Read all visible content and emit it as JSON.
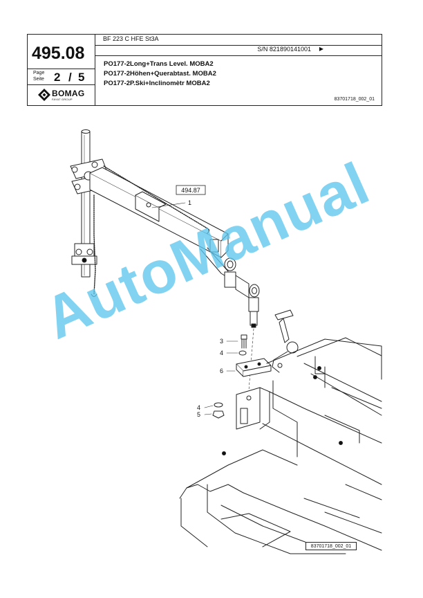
{
  "header": {
    "model": "BF 223 C HFE St3A",
    "serial": "S/N 821890141001",
    "serial_arrow": "▶",
    "group_number": "495.08",
    "page_label_line1": "Page",
    "page_label_line2": "Seite",
    "page_current": "2",
    "page_separator": "/",
    "page_total": "5",
    "logo_text": "BOMAG",
    "logo_subtext": "FAYAT GROUP",
    "titles": [
      "PO177-2Long+Trans Level. MOBA2",
      "PO177-2Höhen+Querabtast. MOBA2",
      "PO177-2P.Ski+Inclinomètr MOBA2"
    ],
    "drawing_ref": "83701718_002_01"
  },
  "drawing": {
    "ref_box": "494.87",
    "callouts": [
      "1",
      "3",
      "4",
      "6",
      "4",
      "5"
    ]
  },
  "watermark": "AutoManual",
  "footer": {
    "drawing_ref": "83701718_002_01"
  }
}
